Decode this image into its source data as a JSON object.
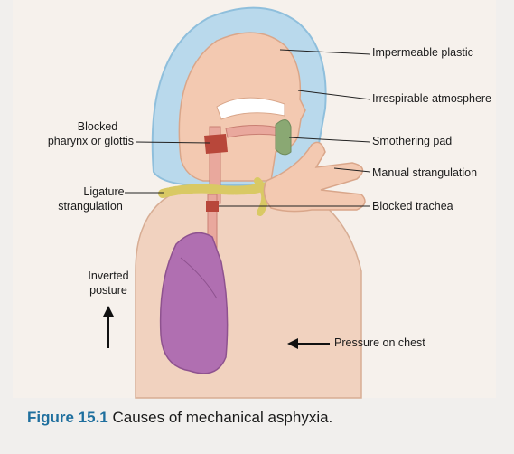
{
  "labels": {
    "impermeable_plastic": "Impermeable plastic",
    "irrespirable_atmosphere": "Irrespirable atmosphere",
    "blocked_pharynx_line1": "Blocked",
    "blocked_pharynx_line2": "pharynx or glottis",
    "smothering_pad": "Smothering pad",
    "manual_strangulation": "Manual strangulation",
    "ligature_line1": "Ligature",
    "ligature_line2": "strangulation",
    "blocked_trachea": "Blocked trachea",
    "inverted_line1": "Inverted",
    "inverted_line2": "posture",
    "pressure_on_chest": "Pressure on chest"
  },
  "caption": {
    "figure_number": "Figure 15.1",
    "text": " Causes of mechanical asphyxia."
  },
  "colors": {
    "bag": "#b9d9ec",
    "bag_outline": "#8fbfdc",
    "skin": "#f3c9b1",
    "skin_outline": "#d9a68a",
    "body": "#f1d2bf",
    "lung": "#b06fb1",
    "obstruction": "#b8473a",
    "pad": "#8aa873",
    "ligature": "#d9c964",
    "caption_accent": "#1f6f9e"
  }
}
